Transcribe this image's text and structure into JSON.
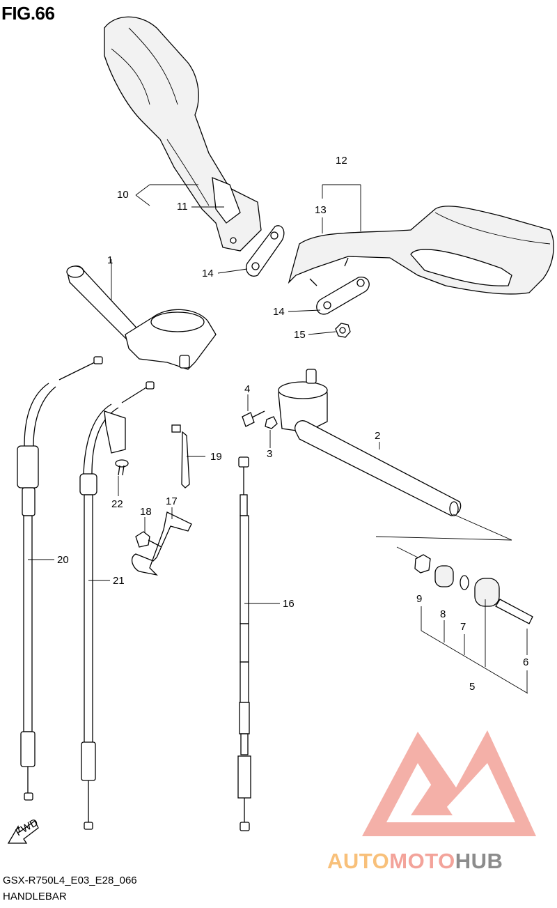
{
  "figure": {
    "title": "FIG.66"
  },
  "footer": {
    "model_code": "GSX-R750L4_E03_E28_066",
    "section_name": "HANDLEBAR"
  },
  "direction_marker": {
    "text": "FWD"
  },
  "callouts": [
    "1",
    "2",
    "3",
    "4",
    "5",
    "6",
    "7",
    "8",
    "9",
    "10",
    "11",
    "12",
    "13",
    "14",
    "14",
    "15",
    "16",
    "17",
    "18",
    "19",
    "20",
    "21",
    "22"
  ],
  "watermark": {
    "part1": "AUTO",
    "part2": "MOTO",
    "part3": "HUB",
    "colors": {
      "logo": "#f3a39a",
      "auto": "#f8c07a",
      "hub": "#8c8c8c"
    }
  }
}
